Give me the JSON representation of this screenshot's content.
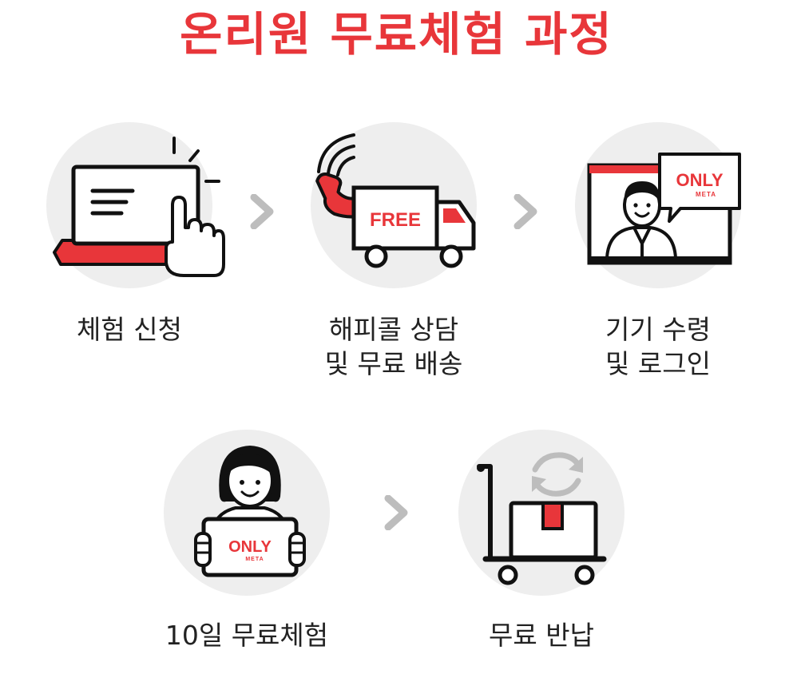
{
  "title": "온리원 무료체험 과정",
  "colors": {
    "accent": "#e8363a",
    "circle": "#eeeeee",
    "ink": "#111111",
    "arrow": "#bdbdbd"
  },
  "steps": [
    {
      "icon": "laptop-touch-icon",
      "label_line1": "체험 신청",
      "label_line2": ""
    },
    {
      "icon": "phone-truck-icon",
      "truck_text": "FREE",
      "label_line1": "해피콜 상담",
      "label_line2": "및 무료 배송"
    },
    {
      "icon": "video-login-icon",
      "logo_text": "ONLY",
      "logo_sub": "META",
      "label_line1": "기기 수령",
      "label_line2": "및 로그인"
    },
    {
      "icon": "person-tablet-icon",
      "logo_text": "ONLY",
      "logo_sub": "META",
      "label_line1": "10일 무료체험",
      "label_line2": ""
    },
    {
      "icon": "cart-return-icon",
      "label_line1": "무료 반납",
      "label_line2": ""
    }
  ]
}
